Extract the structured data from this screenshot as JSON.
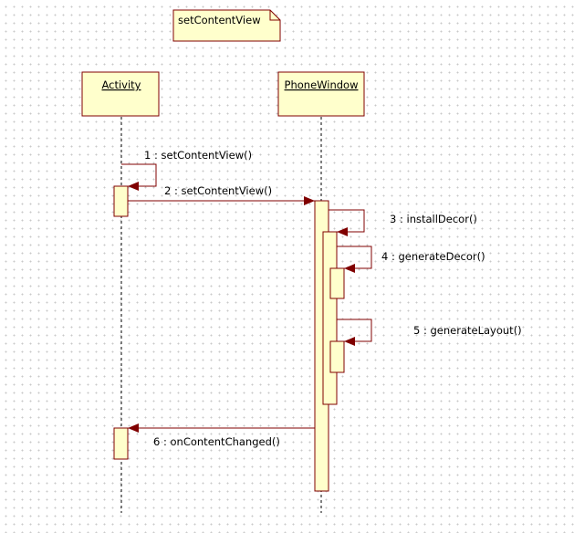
{
  "note": {
    "text": "setContentView"
  },
  "lifelines": {
    "activity": "Activity",
    "phone_window": "PhoneWindow"
  },
  "messages": [
    {
      "label": "1 : setContentView()"
    },
    {
      "label": "2 : setContentView()"
    },
    {
      "label": "3 : installDecor()"
    },
    {
      "label": "4 : generateDecor()"
    },
    {
      "label": "5 : generateLayout()"
    },
    {
      "label": "6 : onContentChanged()"
    }
  ],
  "colors": {
    "box_fill": "#ffffcc",
    "box_border": "#800000",
    "line": "#800000",
    "arrowhead": "#800000",
    "lifeline": "#000000",
    "text": "#000000"
  }
}
